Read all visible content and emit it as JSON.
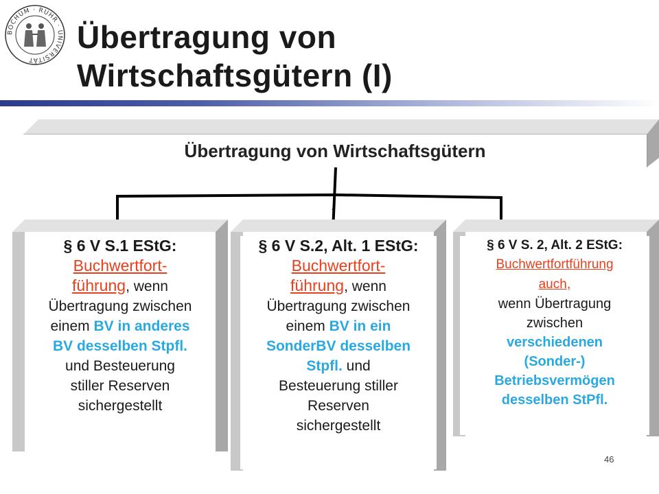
{
  "title": {
    "line1": "Übertragung von",
    "line2": "Wirtschaftsgütern (I)"
  },
  "seal": {
    "text": "BOCHUM · RUHR · UNIVERSITÄT"
  },
  "banner": {
    "label": "Übertragung von Wirtschaftsgütern"
  },
  "boxes": [
    {
      "heading": "§ 6 V S.1 EStG:",
      "red1": "Buchwertfort-",
      "red2": "führung",
      "after_red": ", wenn",
      "l1": "Übertragung zwischen",
      "l2_pre": "einem ",
      "l2_blue": "BV in anderes",
      "l3_blue": "BV desselben Stpfl.",
      "l4": "und  Besteuerung",
      "l5": "stiller Reserven",
      "l6": "sichergestellt"
    },
    {
      "heading": "§ 6 V S.2, Alt. 1 EStG:",
      "red1": "Buchwertfort-",
      "red2": "führung",
      "after_red": ", wenn",
      "l1": "Übertragung zwischen",
      "l2_pre": "einem ",
      "l2_blue": "BV in ein",
      "l3_blue": "SonderBV desselben",
      "l4_blue": "Stpfl.",
      "l4_after": " und",
      "l5": "Besteuerung stiller",
      "l6": "Reserven",
      "l7": "sichergestellt"
    },
    {
      "heading": "§ 6 V S. 2, Alt. 2 EStG:",
      "red1": "Buchwertfortführung",
      "red2": "auch",
      "after_red": ",",
      "l1": "wenn Übertragung",
      "l2": "zwischen",
      "l3_blue": "verschiedenen",
      "l4_blue": "(Sonder-)",
      "l5_blue": "Betriebsvermögen",
      "l6_blue": "desselben StPfl."
    }
  ],
  "page_number": "46",
  "colors": {
    "accent_blue": "#2aa8e0",
    "accent_red": "#e8401c",
    "title_bar": "#2b3a8c",
    "bevel_light": "#e2e2e2",
    "bevel_dark": "#a8a8a8"
  }
}
